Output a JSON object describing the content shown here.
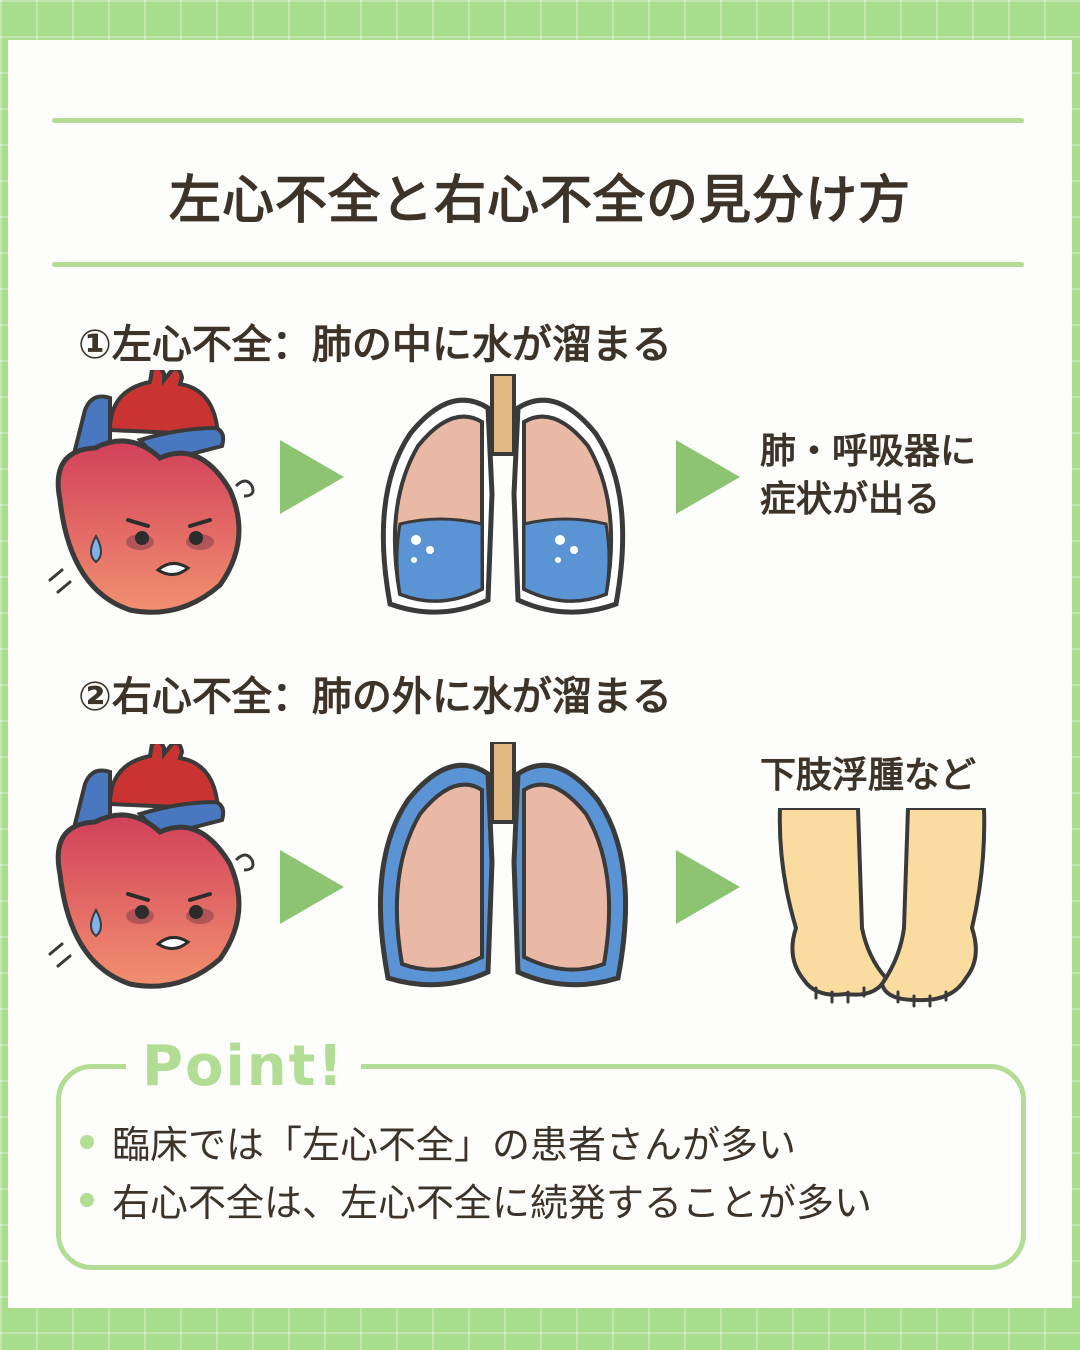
{
  "title": "左心不全と右心不全の見分け方",
  "sections": [
    {
      "heading": "①左心不全：肺の中に水が溜まる",
      "result": [
        "肺・呼吸器に",
        "症状が出る"
      ]
    },
    {
      "heading": "②右心不全：肺の外に水が溜まる",
      "result": [
        "下肢浮腫など"
      ]
    }
  ],
  "point": {
    "label": "Point!",
    "bullets": [
      "臨床では「左心不全」の患者さんが多い",
      "右心不全は、左心不全に続発することが多い"
    ]
  },
  "icons": {
    "heart": "sad-heart-icon",
    "lungs": "lungs-icon",
    "legs": "swollen-legs-icon",
    "arrow": "triangle-arrow-icon"
  },
  "colors": {
    "accent": "#b2dd95",
    "text": "#3d3328",
    "arrow": "#8cc472"
  }
}
